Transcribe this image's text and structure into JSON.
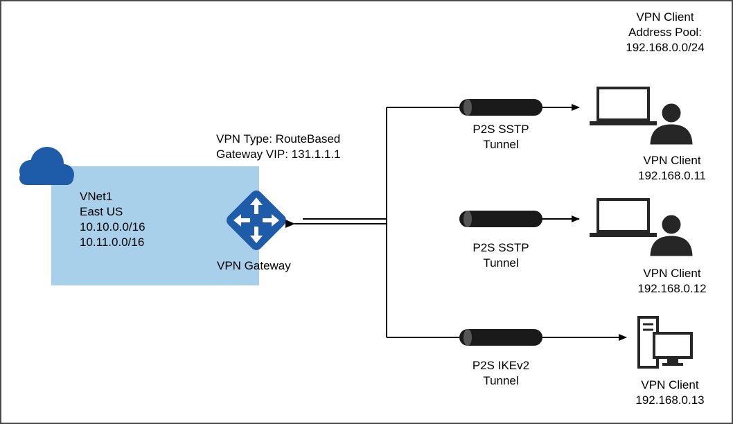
{
  "pool": {
    "line1": "VPN Client",
    "line2": "Address Pool:",
    "line3": "192.168.0.0/24"
  },
  "vnet": {
    "name": "VNet1",
    "region": "East US",
    "prefix1": "10.10.0.0/16",
    "prefix2": "10.11.0.0/16"
  },
  "gateway": {
    "type": "VPN Type: RouteBased",
    "vip": "Gateway VIP: 131.1.1.1",
    "label": "VPN Gateway"
  },
  "tunnels": [
    {
      "line1": "P2S SSTP",
      "line2": "Tunnel"
    },
    {
      "line1": "P2S SSTP",
      "line2": "Tunnel"
    },
    {
      "line1": "P2S IKEv2",
      "line2": "Tunnel"
    }
  ],
  "clients": [
    {
      "label": "VPN Client",
      "ip": "192.168.0.11",
      "icon": "laptop-user-icon"
    },
    {
      "label": "VPN Client",
      "ip": "192.168.0.12",
      "icon": "laptop-user-icon"
    },
    {
      "label": "VPN Client",
      "ip": "192.168.0.13",
      "icon": "desktop-tower-icon"
    }
  ],
  "colors": {
    "azure_blue": "#1e5ba8",
    "vnet_fill": "#a9d0ea",
    "tunnel": "#1a1a1a",
    "icon_dark": "#262626"
  }
}
